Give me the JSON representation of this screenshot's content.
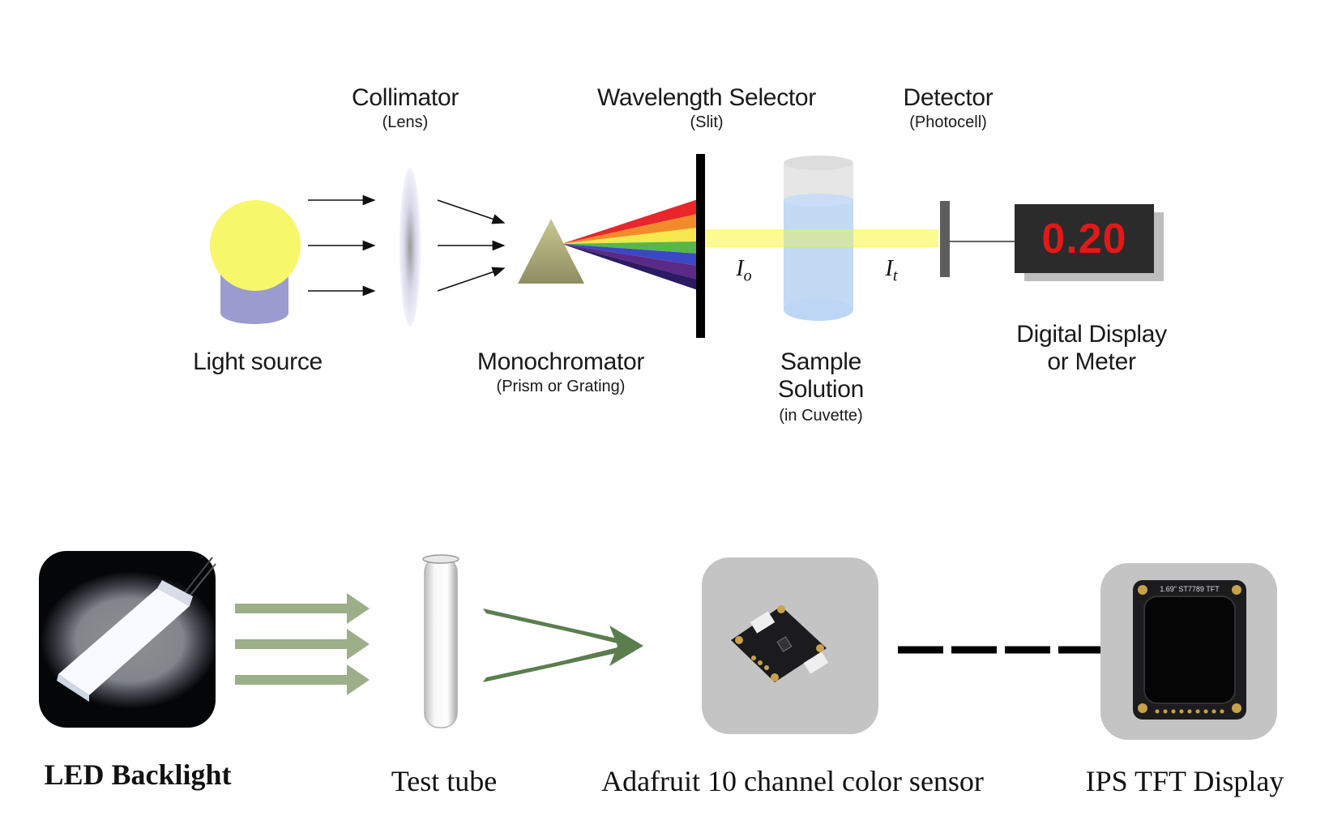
{
  "top": {
    "collimator": {
      "title": "Collimator",
      "sub": "(Lens)"
    },
    "selector": {
      "title": "Wavelength Selector",
      "sub": "(Slit)"
    },
    "detector": {
      "title": "Detector",
      "sub": "(Photocell)"
    },
    "light_source": "Light source",
    "monochromator": {
      "title": "Monochromator",
      "sub": "(Prism or Grating)"
    },
    "sample": {
      "line1": "Sample",
      "line2": "Solution",
      "sub": "(in Cuvette)"
    },
    "display": {
      "line1": "Digital Display",
      "line2": "or Meter"
    },
    "meter_value": "0.20",
    "i0": "I",
    "i0_sub": "o",
    "it": "I",
    "it_sub": "t"
  },
  "bottom": {
    "led": "LED Backlight",
    "tube": "Test tube",
    "sensor": "Adafruit 10 channel color sensor",
    "ips": "IPS TFT Display",
    "ips_board_text": "1.69\" ST7789 TFT"
  },
  "colors": {
    "arrow_green_light": "#9caf88",
    "arrow_green_dark": "#5b7e4f",
    "meter_red": "#e31818"
  }
}
